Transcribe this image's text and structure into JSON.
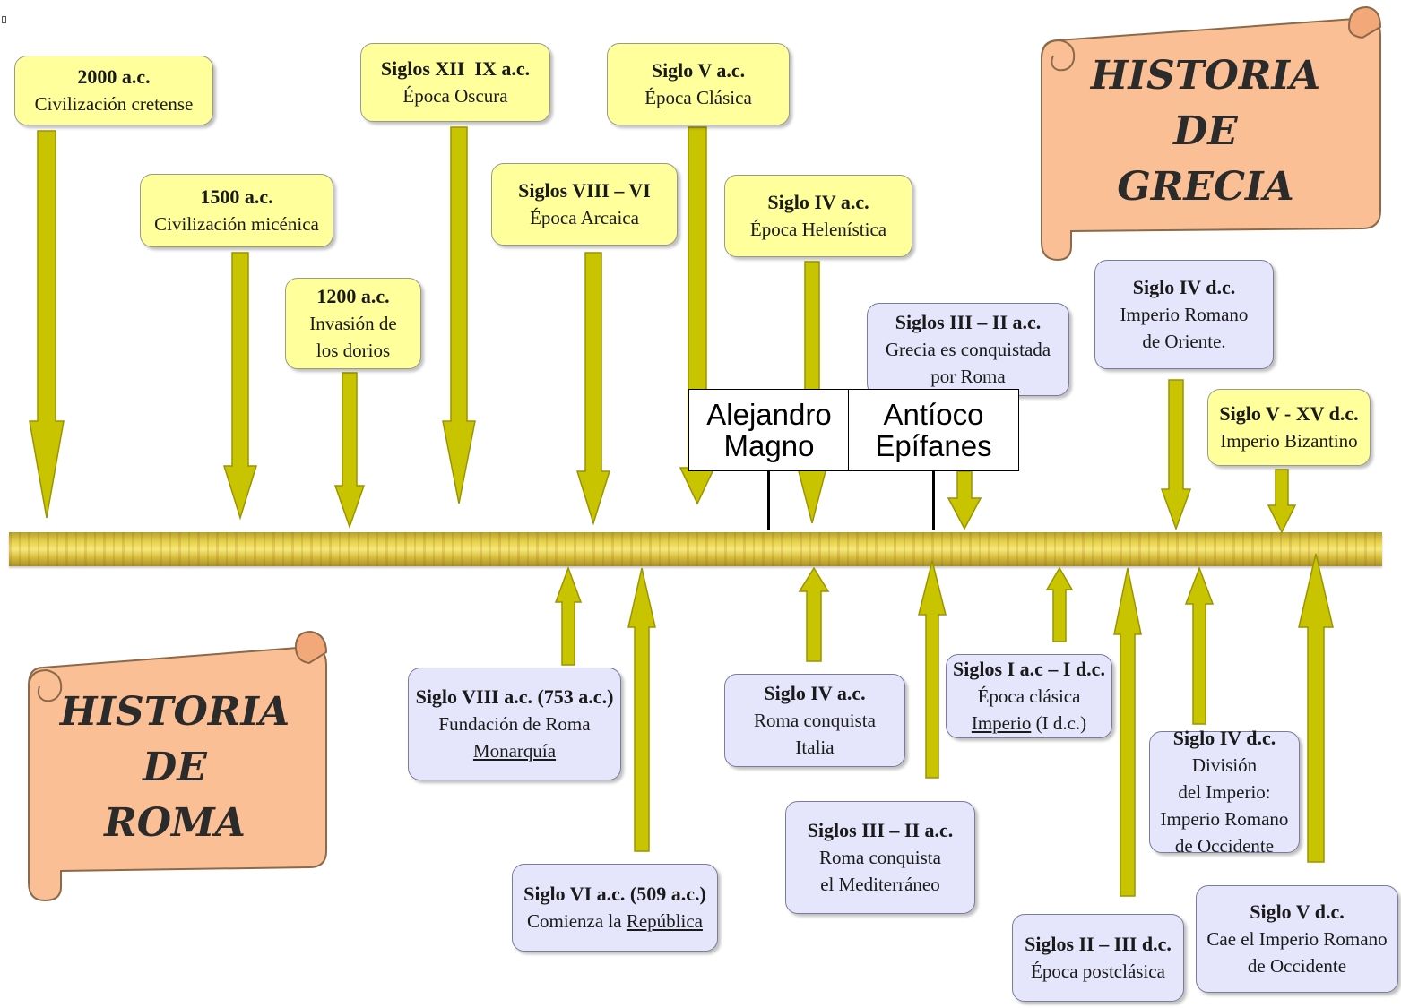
{
  "colors": {
    "arrow": "#c8c400",
    "arrow_stroke": "#9a9400",
    "greek_box": "#ffff9c",
    "roman_box": "#e5e5fb",
    "scroll": "#fbbf95"
  },
  "greece": {
    "title_lines": [
      "HISTORIA",
      "DE",
      "GRECIA"
    ],
    "events": [
      {
        "date": "2000 a.c.",
        "lines": [
          "Civilización cretense"
        ]
      },
      {
        "date": "1500 a.c.",
        "lines": [
          "Civilización micénica"
        ]
      },
      {
        "date": "1200 a.c.",
        "lines": [
          "Invasión de",
          "los dorios"
        ]
      },
      {
        "date": "Siglos XII  IX a.c.",
        "lines": [
          "Época Oscura"
        ]
      },
      {
        "date": "Siglos VIII – VI",
        "lines": [
          "Época Arcaica"
        ]
      },
      {
        "date": "Siglo V a.c.",
        "lines": [
          "Época Clásica"
        ]
      },
      {
        "date": "Siglo IV a.c.",
        "lines": [
          "Época Helenística"
        ]
      },
      {
        "date": "Siglos III – II a.c.",
        "lines": [
          "Grecia es conquistada",
          "por Roma"
        ]
      },
      {
        "date": "Siglo IV d.c.",
        "lines": [
          "Imperio Romano",
          "de Oriente."
        ]
      },
      {
        "date": "Siglo V - XV d.c.",
        "lines": [
          "Imperio Bizantino"
        ]
      }
    ]
  },
  "rome": {
    "title_lines": [
      "HISTORIA",
      "DE",
      "ROMA"
    ],
    "events": [
      {
        "date": "Siglo VIII a.c. (753 a.c.)",
        "lines": [
          "Fundación de Roma"
        ],
        "underlined": "Monarquía"
      },
      {
        "date": "Siglo VI a.c. (509 a.c.)",
        "prefix": "Comienza la ",
        "underlined": "República"
      },
      {
        "date": "Siglo IV a.c.",
        "lines": [
          "Roma conquista",
          "Italia"
        ]
      },
      {
        "date": "Siglos III – II a.c.",
        "lines": [
          "Roma conquista",
          "el Mediterráneo"
        ]
      },
      {
        "date": "Siglos I a.c – I d.c.",
        "lines": [
          "Época clásica"
        ],
        "underlined": "Imperio",
        "suffix": " (I d.c.)"
      },
      {
        "date": "Siglos II – III d.c.",
        "lines": [
          "Época postclásica"
        ]
      },
      {
        "date": "Siglo IV d.c.",
        "lines": [
          "División",
          "del Imperio:",
          "Imperio Romano",
          "de Occidente"
        ]
      },
      {
        "date": "Siglo V d.c.",
        "lines": [
          "Cae el Imperio Romano",
          "de Occidente"
        ]
      }
    ]
  },
  "annotations": {
    "alejandro": [
      "Alejandro",
      "Magno"
    ],
    "antioco": [
      "Antíoco",
      "Epífanes"
    ]
  }
}
